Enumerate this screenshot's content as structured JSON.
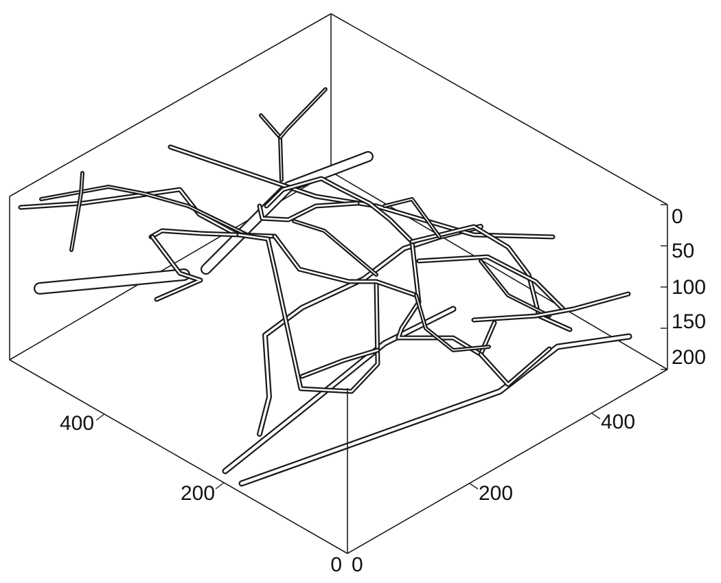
{
  "figure": {
    "type": "3d-network-rendering",
    "axes": {
      "left_floor_axis": {
        "ticks": [
          "0",
          "200",
          "400"
        ]
      },
      "right_floor_axis": {
        "ticks": [
          "0",
          "200",
          "400"
        ]
      },
      "depth_axis": {
        "ticks": [
          "0",
          "50",
          "100",
          "150",
          "200"
        ]
      }
    },
    "colors": {
      "ink": "#1a1a1a",
      "vessel_fill": "#ffffff",
      "background": "#ffffff"
    }
  }
}
